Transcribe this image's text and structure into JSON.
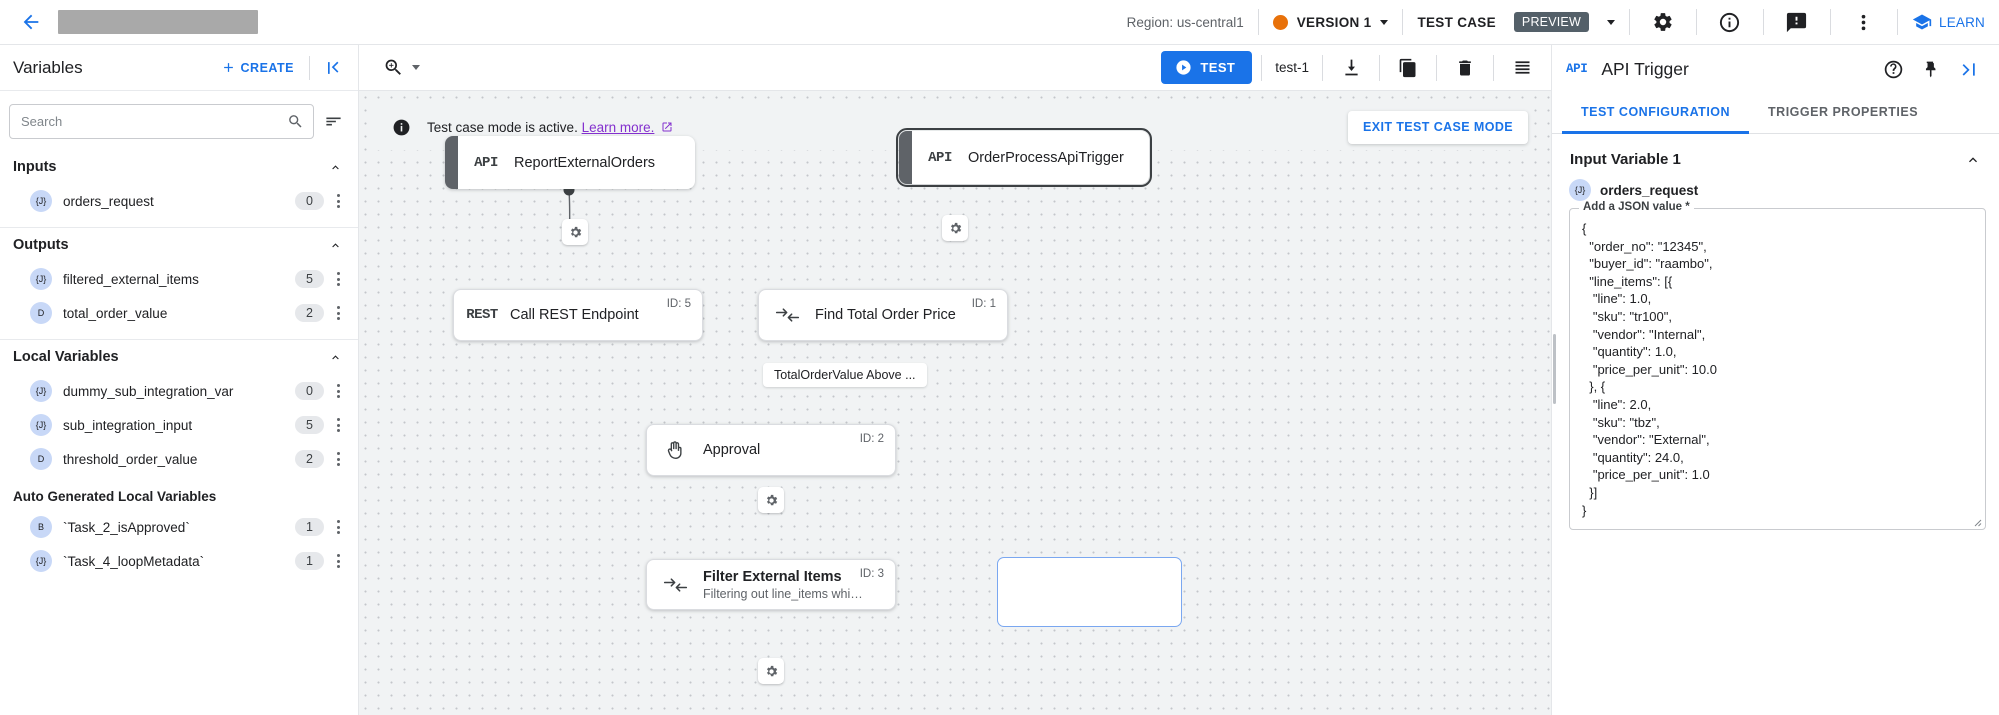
{
  "topbar": {
    "back_icon": "arrow-left-icon",
    "redacted_title": "",
    "region": "Region: us-central1",
    "version": "VERSION 1",
    "test_case_label": "TEST CASE",
    "preview_badge": "PREVIEW",
    "learn": "LEARN",
    "icons": [
      "gear-icon",
      "info-icon",
      "feedback-icon",
      "more-vert-icon"
    ],
    "accent_blue": "#1a73e8",
    "version_dot_color": "#e8710a"
  },
  "left_panel": {
    "title": "Variables",
    "create_label": "CREATE",
    "search_placeholder": "Search",
    "search_value": "",
    "sections": [
      {
        "name": "Inputs",
        "items": [
          {
            "type": "{J}",
            "name": "orders_request",
            "count": "0"
          }
        ]
      },
      {
        "name": "Outputs",
        "items": [
          {
            "type": "{J}",
            "name": "filtered_external_items",
            "count": "5"
          },
          {
            "type": "D",
            "name": "total_order_value",
            "count": "2"
          }
        ]
      },
      {
        "name": "Local Variables",
        "items": [
          {
            "type": "{J}",
            "name": "dummy_sub_integration_var",
            "count": "0"
          },
          {
            "type": "{J}",
            "name": "sub_integration_input",
            "count": "5"
          },
          {
            "type": "D",
            "name": "threshold_order_value",
            "count": "2"
          }
        ]
      }
    ],
    "auto_generated": {
      "name": "Auto Generated Local Variables",
      "items": [
        {
          "type": "B",
          "name": "`Task_2_isApproved`",
          "count": "1"
        },
        {
          "type": "{J}",
          "name": "`Task_4_loopMetadata`",
          "count": "1"
        }
      ]
    }
  },
  "canvas_toolbar": {
    "zoom_icon": "zoom-in-icon",
    "test_button": "TEST",
    "test_case_name": "test-1",
    "icons": [
      "download-icon",
      "copy-icon",
      "delete-icon",
      "list-icon"
    ]
  },
  "canvas": {
    "banner": {
      "text": "Test case mode is active.",
      "link": "Learn more.",
      "exit_button": "EXIT TEST CASE MODE"
    },
    "nodes": [
      {
        "badge": "API",
        "title": "ReportExternalOrders",
        "id": "",
        "subtitle": "",
        "kind": "trigger"
      },
      {
        "badge": "API",
        "title": "OrderProcessApiTrigger",
        "id": "",
        "subtitle": "",
        "kind": "trigger-selected"
      },
      {
        "badge": "REST",
        "title": "Call REST Endpoint",
        "id": "ID: 5",
        "subtitle": "",
        "kind": "task"
      },
      {
        "badge": "mapping-icon",
        "title": "Find Total Order Price",
        "id": "ID: 1",
        "subtitle": "",
        "kind": "task"
      },
      {
        "badge": "hand-icon",
        "title": "Approval",
        "id": "ID: 2",
        "subtitle": "",
        "kind": "task"
      },
      {
        "badge": "mapping-icon",
        "title": "Filter External Items",
        "id": "ID: 3",
        "subtitle": "Filtering out line_items whi…",
        "kind": "task"
      }
    ],
    "edge_label": "TotalOrderValue Above ..."
  },
  "right_panel": {
    "api_tag": "API",
    "title": "API Trigger",
    "icons": [
      "help-icon",
      "pin-icon",
      "collapse-right-icon"
    ],
    "tabs": [
      {
        "label": "TEST CONFIGURATION",
        "active": true
      },
      {
        "label": "TRIGGER PROPERTIES",
        "active": false
      }
    ],
    "input_variable_title": "Input Variable 1",
    "variable_type": "{J}",
    "variable_name": "orders_request",
    "json_legend": "Add a JSON value *",
    "json_value": "{\n  \"order_no\": \"12345\",\n  \"buyer_id\": \"raambo\",\n  \"line_items\": [{\n   \"line\": 1.0,\n   \"sku\": \"tr100\",\n   \"vendor\": \"Internal\",\n   \"quantity\": 1.0,\n   \"price_per_unit\": 10.0\n  }, {\n   \"line\": 2.0,\n   \"sku\": \"tbz\",\n   \"vendor\": \"External\",\n   \"quantity\": 24.0,\n   \"price_per_unit\": 1.0\n  }]\n}"
  }
}
